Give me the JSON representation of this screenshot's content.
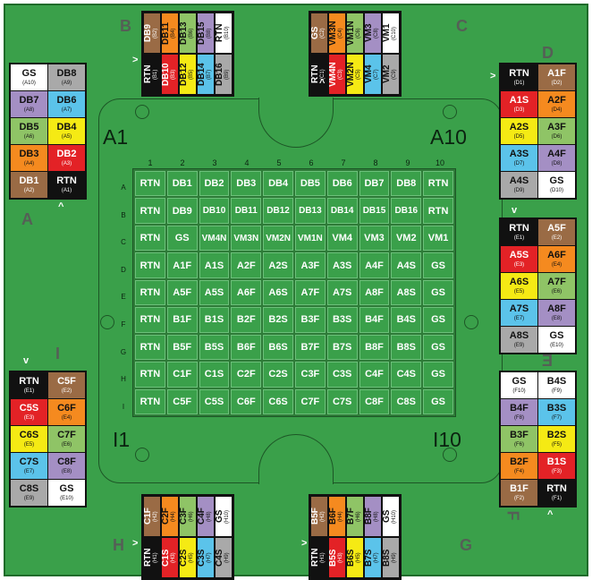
{
  "corner_labels": {
    "tl": "A1",
    "tr": "A10",
    "bl": "I1",
    "br": "I10"
  },
  "columns": [
    "1",
    "2",
    "3",
    "4",
    "5",
    "6",
    "7",
    "8",
    "9",
    "10"
  ],
  "row_letters": [
    "A",
    "B",
    "C",
    "D",
    "E",
    "F",
    "G",
    "H",
    "I"
  ],
  "grid": [
    [
      "RTN",
      "DB1",
      "DB2",
      "DB3",
      "DB4",
      "DB5",
      "DB6",
      "DB7",
      "DB8",
      "RTN"
    ],
    [
      "RTN",
      "DB9",
      "DB10",
      "DB11",
      "DB12",
      "DB13",
      "DB14",
      "DB15",
      "DB16",
      "RTN"
    ],
    [
      "RTN",
      "GS",
      "VM4N",
      "VM3N",
      "VM2N",
      "VM1N",
      "VM4",
      "VM3",
      "VM2",
      "VM1"
    ],
    [
      "RTN",
      "A1F",
      "A1S",
      "A2F",
      "A2S",
      "A3F",
      "A3S",
      "A4F",
      "A4S",
      "GS"
    ],
    [
      "RTN",
      "A5F",
      "A5S",
      "A6F",
      "A6S",
      "A7F",
      "A7S",
      "A8F",
      "A8S",
      "GS"
    ],
    [
      "RTN",
      "B1F",
      "B1S",
      "B2F",
      "B2S",
      "B3F",
      "B3S",
      "B4F",
      "B4S",
      "GS"
    ],
    [
      "RTN",
      "B5F",
      "B5S",
      "B6F",
      "B6S",
      "B7F",
      "B7S",
      "B8F",
      "B8S",
      "GS"
    ],
    [
      "RTN",
      "C1F",
      "C1S",
      "C2F",
      "C2S",
      "C3F",
      "C3S",
      "C4F",
      "C4S",
      "GS"
    ],
    [
      "RTN",
      "C5F",
      "C5S",
      "C6F",
      "C6S",
      "C7F",
      "C7S",
      "C8F",
      "C8S",
      "GS"
    ]
  ],
  "palette": {
    "black": "#111111",
    "white": "#ffffff",
    "brown": "#9a6b45",
    "red": "#e32226",
    "orange": "#f58a1f",
    "yellow": "#f5ea14",
    "green": "#8fc466",
    "blue": "#5bc3ea",
    "violet": "#a48fc4",
    "gray": "#a9a9a9"
  },
  "banks": [
    {
      "letter": "A",
      "orient": "v",
      "boxes": [
        {
          "main": "GS",
          "sub": "(A10)",
          "color": "white"
        },
        {
          "main": "DB8",
          "sub": "(A9)",
          "color": "gray"
        },
        {
          "main": "DB7",
          "sub": "(A8)",
          "color": "violet"
        },
        {
          "main": "DB6",
          "sub": "(A7)",
          "color": "blue"
        },
        {
          "main": "DB5",
          "sub": "(A6)",
          "color": "green"
        },
        {
          "main": "DB4",
          "sub": "(A5)",
          "color": "yellow"
        },
        {
          "main": "DB3",
          "sub": "(A4)",
          "color": "orange"
        },
        {
          "main": "DB2",
          "sub": "(A3)",
          "color": "red"
        },
        {
          "main": "DB1",
          "sub": "(A2)",
          "color": "brown"
        },
        {
          "main": "RTN",
          "sub": "(A1)",
          "color": "black"
        }
      ]
    },
    {
      "letter": "B",
      "orient": "h",
      "boxes": [
        {
          "main": "DB9",
          "sub": "(B2)",
          "color": "brown"
        },
        {
          "main": "DB11",
          "sub": "(B4)",
          "color": "orange"
        },
        {
          "main": "DB13",
          "sub": "(B6)",
          "color": "green"
        },
        {
          "main": "DB15",
          "sub": "(B8)",
          "color": "violet"
        },
        {
          "main": "RTN",
          "sub": "(B10)",
          "color": "white"
        },
        {
          "main": "RTN",
          "sub": "(B1)",
          "color": "black"
        },
        {
          "main": "DB10",
          "sub": "(B3)",
          "color": "red"
        },
        {
          "main": "DB12",
          "sub": "(B5)",
          "color": "yellow"
        },
        {
          "main": "DB14",
          "sub": "(B7)",
          "color": "blue"
        },
        {
          "main": "DB16",
          "sub": "(B9)",
          "color": "gray"
        }
      ]
    },
    {
      "letter": "C",
      "orient": "h",
      "boxes": [
        {
          "main": "GS",
          "sub": "(C2)",
          "color": "brown"
        },
        {
          "main": "VM3N",
          "sub": "(C4)",
          "color": "orange"
        },
        {
          "main": "VM1N",
          "sub": "(C6)",
          "color": "green"
        },
        {
          "main": "VM3",
          "sub": "(C8)",
          "color": "violet"
        },
        {
          "main": "VM1",
          "sub": "(C10)",
          "color": "white"
        },
        {
          "main": "RTN",
          "sub": "(C1)",
          "color": "black"
        },
        {
          "main": "VM4N",
          "sub": "(C3)",
          "color": "red"
        },
        {
          "main": "VM2N",
          "sub": "(C5)",
          "color": "yellow"
        },
        {
          "main": "VM4",
          "sub": "(C7)",
          "color": "blue"
        },
        {
          "main": "VM2",
          "sub": "(C9)",
          "color": "gray"
        }
      ]
    },
    {
      "letter": "D",
      "orient": "v",
      "boxes": [
        {
          "main": "RTN",
          "sub": "(D1)",
          "color": "black"
        },
        {
          "main": "A1F",
          "sub": "(D2)",
          "color": "brown"
        },
        {
          "main": "A1S",
          "sub": "(D3)",
          "color": "red"
        },
        {
          "main": "A2F",
          "sub": "(D4)",
          "color": "orange"
        },
        {
          "main": "A2S",
          "sub": "(D5)",
          "color": "yellow"
        },
        {
          "main": "A3F",
          "sub": "(D6)",
          "color": "green"
        },
        {
          "main": "A3S",
          "sub": "(D7)",
          "color": "blue"
        },
        {
          "main": "A4F",
          "sub": "(D8)",
          "color": "violet"
        },
        {
          "main": "A4S",
          "sub": "(D9)",
          "color": "gray"
        },
        {
          "main": "GS",
          "sub": "(D10)",
          "color": "white"
        }
      ]
    },
    {
      "letter": "E",
      "orient": "v",
      "boxes": [
        {
          "main": "RTN",
          "sub": "(E1)",
          "color": "black"
        },
        {
          "main": "A5F",
          "sub": "(E2)",
          "color": "brown"
        },
        {
          "main": "A5S",
          "sub": "(E3)",
          "color": "red"
        },
        {
          "main": "A6F",
          "sub": "(E4)",
          "color": "orange"
        },
        {
          "main": "A6S",
          "sub": "(E5)",
          "color": "yellow"
        },
        {
          "main": "A7F",
          "sub": "(E6)",
          "color": "green"
        },
        {
          "main": "A7S",
          "sub": "(E7)",
          "color": "blue"
        },
        {
          "main": "A8F",
          "sub": "(E8)",
          "color": "violet"
        },
        {
          "main": "A8S",
          "sub": "(E9)",
          "color": "gray"
        },
        {
          "main": "GS",
          "sub": "(E10)",
          "color": "white"
        }
      ]
    },
    {
      "letter": "F",
      "orient": "v",
      "boxes": [
        {
          "main": "GS",
          "sub": "(F10)",
          "color": "white"
        },
        {
          "main": "B4S",
          "sub": "(F9)",
          "color": "white"
        },
        {
          "main": "B4F",
          "sub": "(F8)",
          "color": "violet"
        },
        {
          "main": "B3S",
          "sub": "(F7)",
          "color": "blue"
        },
        {
          "main": "B3F",
          "sub": "(F6)",
          "color": "green"
        },
        {
          "main": "B2S",
          "sub": "(F5)",
          "color": "yellow"
        },
        {
          "main": "B2F",
          "sub": "(F4)",
          "color": "orange"
        },
        {
          "main": "B1S",
          "sub": "(F3)",
          "color": "red"
        },
        {
          "main": "B1F",
          "sub": "(F2)",
          "color": "brown"
        },
        {
          "main": "RTN",
          "sub": "(F1)",
          "color": "black"
        }
      ]
    },
    {
      "letter": "G",
      "orient": "h",
      "boxes": [
        {
          "main": "B5F",
          "sub": "(H2)",
          "color": "brown"
        },
        {
          "main": "B6F",
          "sub": "(H4)",
          "color": "orange"
        },
        {
          "main": "B7F",
          "sub": "(H6)",
          "color": "green"
        },
        {
          "main": "B8F",
          "sub": "(H8)",
          "color": "violet"
        },
        {
          "main": "GS",
          "sub": "(H10)",
          "color": "white"
        },
        {
          "main": "RTN",
          "sub": "(H1)",
          "color": "black"
        },
        {
          "main": "B5S",
          "sub": "(H3)",
          "color": "red"
        },
        {
          "main": "B6S",
          "sub": "(H5)",
          "color": "yellow"
        },
        {
          "main": "B7S",
          "sub": "(H7)",
          "color": "blue"
        },
        {
          "main": "B8S",
          "sub": "(H9)",
          "color": "gray"
        }
      ]
    },
    {
      "letter": "H",
      "orient": "h",
      "boxes": [
        {
          "main": "C1F",
          "sub": "(H2)",
          "color": "brown"
        },
        {
          "main": "C2F",
          "sub": "(H4)",
          "color": "orange"
        },
        {
          "main": "C3F",
          "sub": "(H6)",
          "color": "green"
        },
        {
          "main": "C4F",
          "sub": "(H8)",
          "color": "violet"
        },
        {
          "main": "GS",
          "sub": "(H10)",
          "color": "white"
        },
        {
          "main": "RTN",
          "sub": "(H1)",
          "color": "black"
        },
        {
          "main": "C1S",
          "sub": "(H3)",
          "color": "red"
        },
        {
          "main": "C2S",
          "sub": "(H5)",
          "color": "yellow"
        },
        {
          "main": "C3S",
          "sub": "(H7)",
          "color": "blue"
        },
        {
          "main": "C4S",
          "sub": "(H9)",
          "color": "gray"
        }
      ]
    },
    {
      "letter": "I",
      "orient": "v",
      "boxes": [
        {
          "main": "RTN",
          "sub": "(E1)",
          "color": "black"
        },
        {
          "main": "C5F",
          "sub": "(E2)",
          "color": "brown"
        },
        {
          "main": "C5S",
          "sub": "(E3)",
          "color": "red"
        },
        {
          "main": "C6F",
          "sub": "(E4)",
          "color": "orange"
        },
        {
          "main": "C6S",
          "sub": "(E5)",
          "color": "yellow"
        },
        {
          "main": "C7F",
          "sub": "(E6)",
          "color": "green"
        },
        {
          "main": "C7S",
          "sub": "(E7)",
          "color": "blue"
        },
        {
          "main": "C8F",
          "sub": "(E8)",
          "color": "violet"
        },
        {
          "main": "C8S",
          "sub": "(E9)",
          "color": "gray"
        },
        {
          "main": "GS",
          "sub": "(E10)",
          "color": "white"
        }
      ]
    }
  ],
  "caret_glyphs": {
    "up": "^",
    "down": "v",
    "right": ">"
  },
  "mirrored_labels": {
    "E": "E",
    "F": "F"
  }
}
